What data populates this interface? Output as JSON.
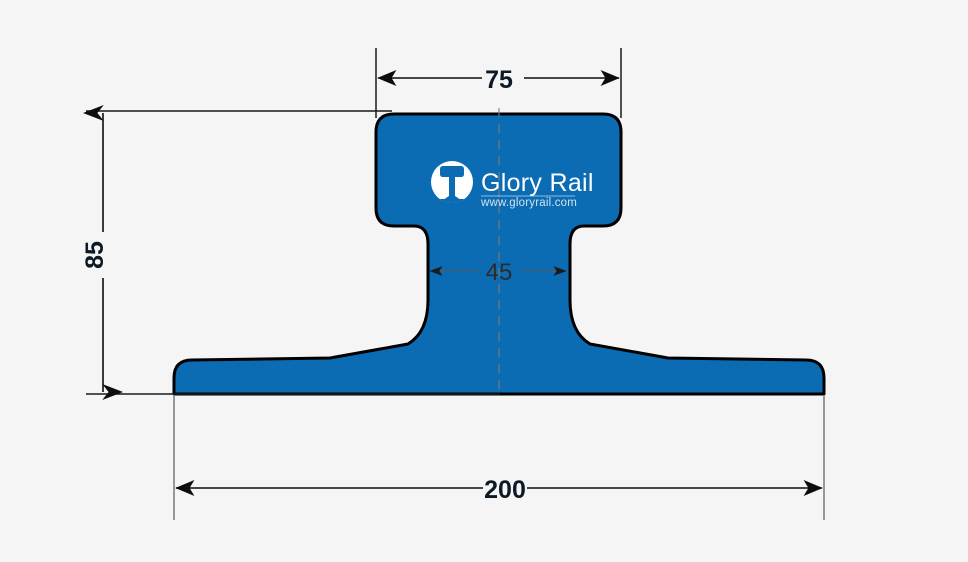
{
  "drawing": {
    "title": "Rail profile cross-section drawing",
    "background_color": "#f5f5f5",
    "profile_color": "#0b6cb4",
    "outline_color": "#000000",
    "dimension_color": "#0d1a26"
  },
  "dimensions": {
    "head_width": {
      "label": "75",
      "name": "head-width-dimension",
      "unit": "mm",
      "orientation": "horizontal",
      "position": "top"
    },
    "height": {
      "label": "85",
      "name": "overall-height-dimension",
      "unit": "mm",
      "orientation": "vertical",
      "position": "left",
      "rotation_deg": -90
    },
    "web_width": {
      "label": "45",
      "name": "web-width-dimension",
      "unit": "mm",
      "orientation": "horizontal",
      "position": "center"
    },
    "base_width": {
      "label": "200",
      "name": "base-width-dimension",
      "unit": "mm",
      "orientation": "horizontal",
      "position": "bottom"
    }
  },
  "watermark": {
    "brand": "Glory Rail",
    "url": "www.gloryrail.com",
    "icon": "rail-profile-logo-icon"
  }
}
